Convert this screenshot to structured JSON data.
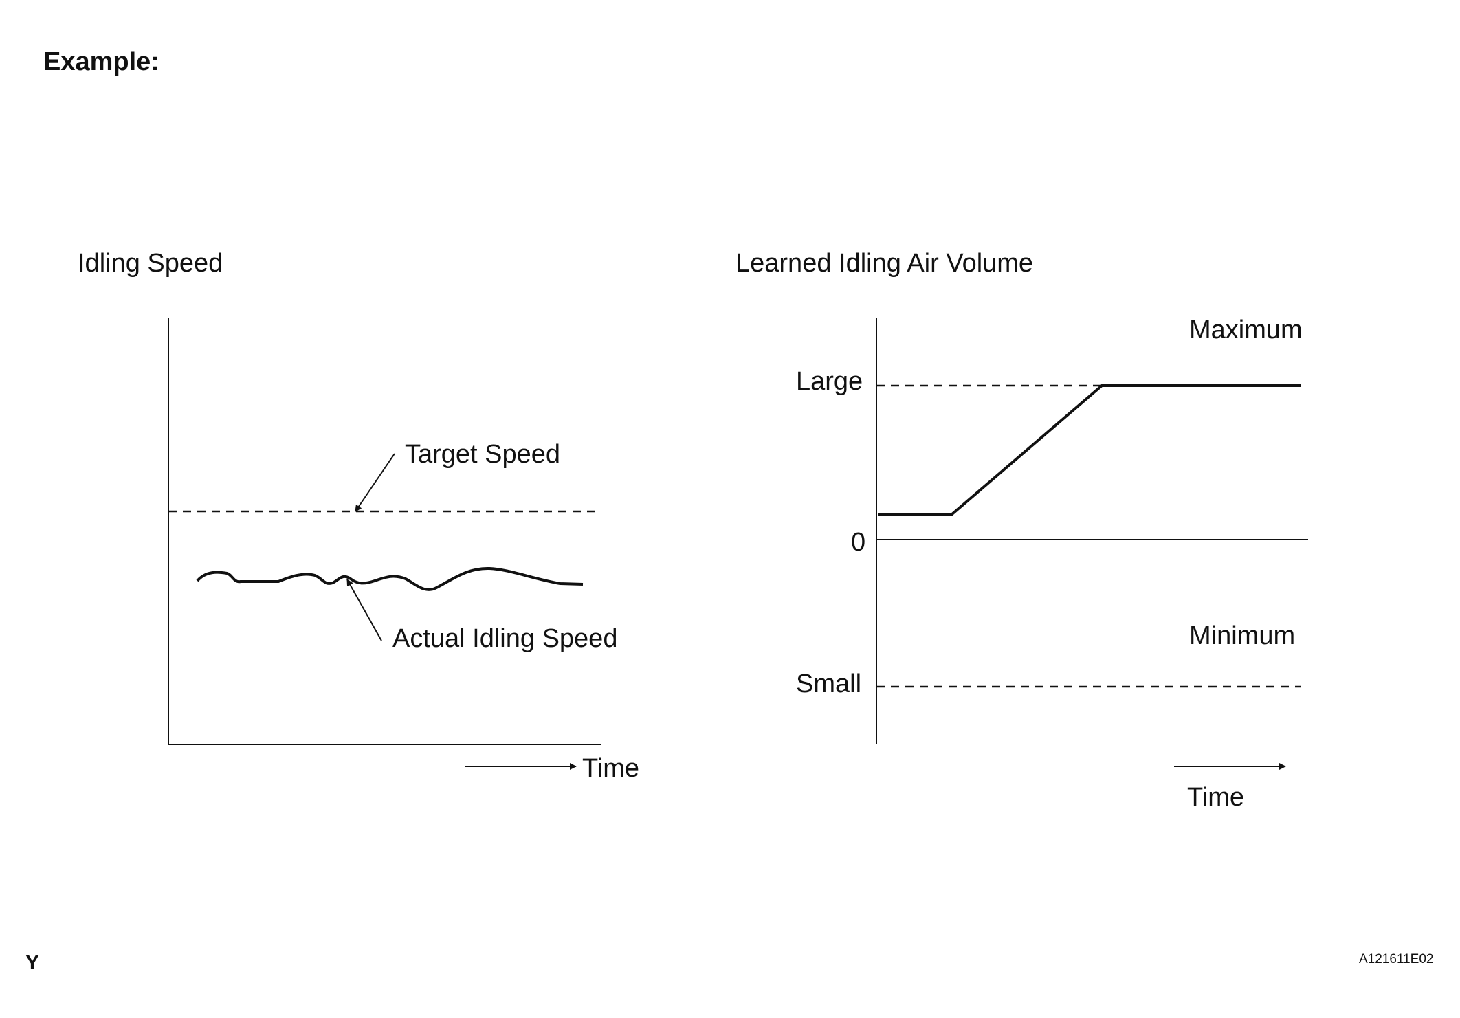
{
  "heading": "Example:",
  "corner_letter": "Y",
  "figure_code": "A121611E02",
  "left_graph": {
    "title": "Idling Speed",
    "target_label": "Target Speed",
    "actual_label": "Actual Idling Speed",
    "x_label": "Time"
  },
  "right_graph": {
    "title": "Learned Idling Air Volume",
    "maximum_label": "Maximum",
    "minimum_label": "Minimum",
    "large_label": "Large",
    "zero_label": "0",
    "small_label": "Small",
    "x_label": "Time"
  },
  "colors": {
    "ink": "#111111",
    "background": "#ffffff"
  }
}
